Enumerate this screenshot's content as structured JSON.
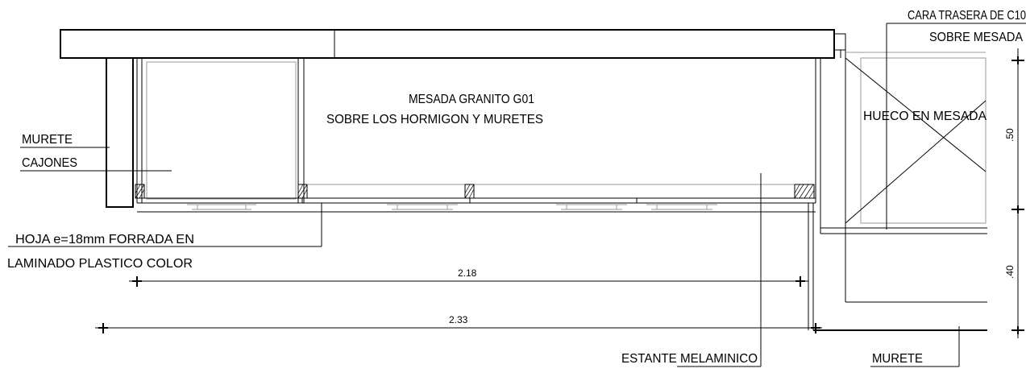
{
  "labels": {
    "cara_trasera": "CARA TRASERA DE C10",
    "sobre_mesada": "SOBRE MESADA",
    "mesada_line1": "MESADA GRANITO G01",
    "mesada_line2": "SOBRE LOS HORMIGON Y MURETES",
    "hueco": "HUECO EN MESADA",
    "murete_left": "MURETE",
    "cajones": "CAJONES",
    "hoja_line1": "HOJA e=18mm FORRADA EN",
    "hoja_line2": "LAMINADO PLASTICO COLOR",
    "estante": "ESTANTE MELAMINICO",
    "murete_right": "MURETE"
  },
  "dimensions": {
    "inner_width": "2.18",
    "total_width": "2.33",
    "upper_height": ".50",
    "lower_height": ".40"
  }
}
